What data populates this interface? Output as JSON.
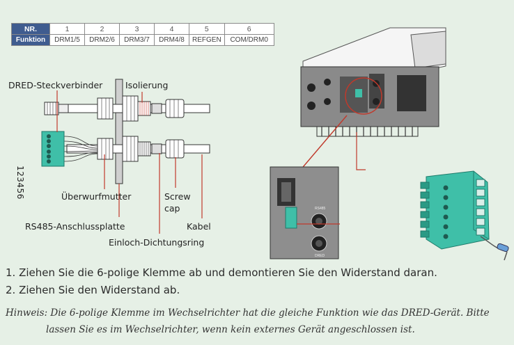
{
  "table": {
    "header": [
      "NR.",
      "1",
      "2",
      "3",
      "4",
      "5",
      "6"
    ],
    "row": [
      "Funktion",
      "DRM1/5",
      "DRM2/6",
      "DRM3/7",
      "DRM4/8",
      "REFGEN",
      "COM/DRM0"
    ]
  },
  "diagram": {
    "dred_connector": "DRED-Steckverbinder",
    "isolation": "Isolierung",
    "pin_numbers": "123456",
    "union_nut": "Überwurfmutter",
    "screw_cap_1": "Screw",
    "screw_cap_2": "cap",
    "rs485_plate": "RS485-Anschlussplatte",
    "cable": "Kabel",
    "single_hole_ring": "Einloch-Dichtungsring",
    "port_label_1": "RS485",
    "port_label_2": "DRED"
  },
  "steps": [
    "1. Ziehen Sie die 6-polige Klemme ab und demontieren Sie den Widerstand daran.",
    "2. Ziehen Sie den Widerstand ab."
  ],
  "note": {
    "line1": "Hinweis: Die 6-polige Klemme im Wechselrichter hat die gleiche Funktion wie das DRED-Gerät. Bitte",
    "line2": "lassen Sie es im Wechselrichter, wenn kein externes Gerät angeschlossen ist."
  },
  "colors": {
    "background": "#e6f0e6",
    "table_header": "#3f5c8f",
    "terminal_green": "#3fbfa8",
    "arrow_red": "#c0392b"
  }
}
